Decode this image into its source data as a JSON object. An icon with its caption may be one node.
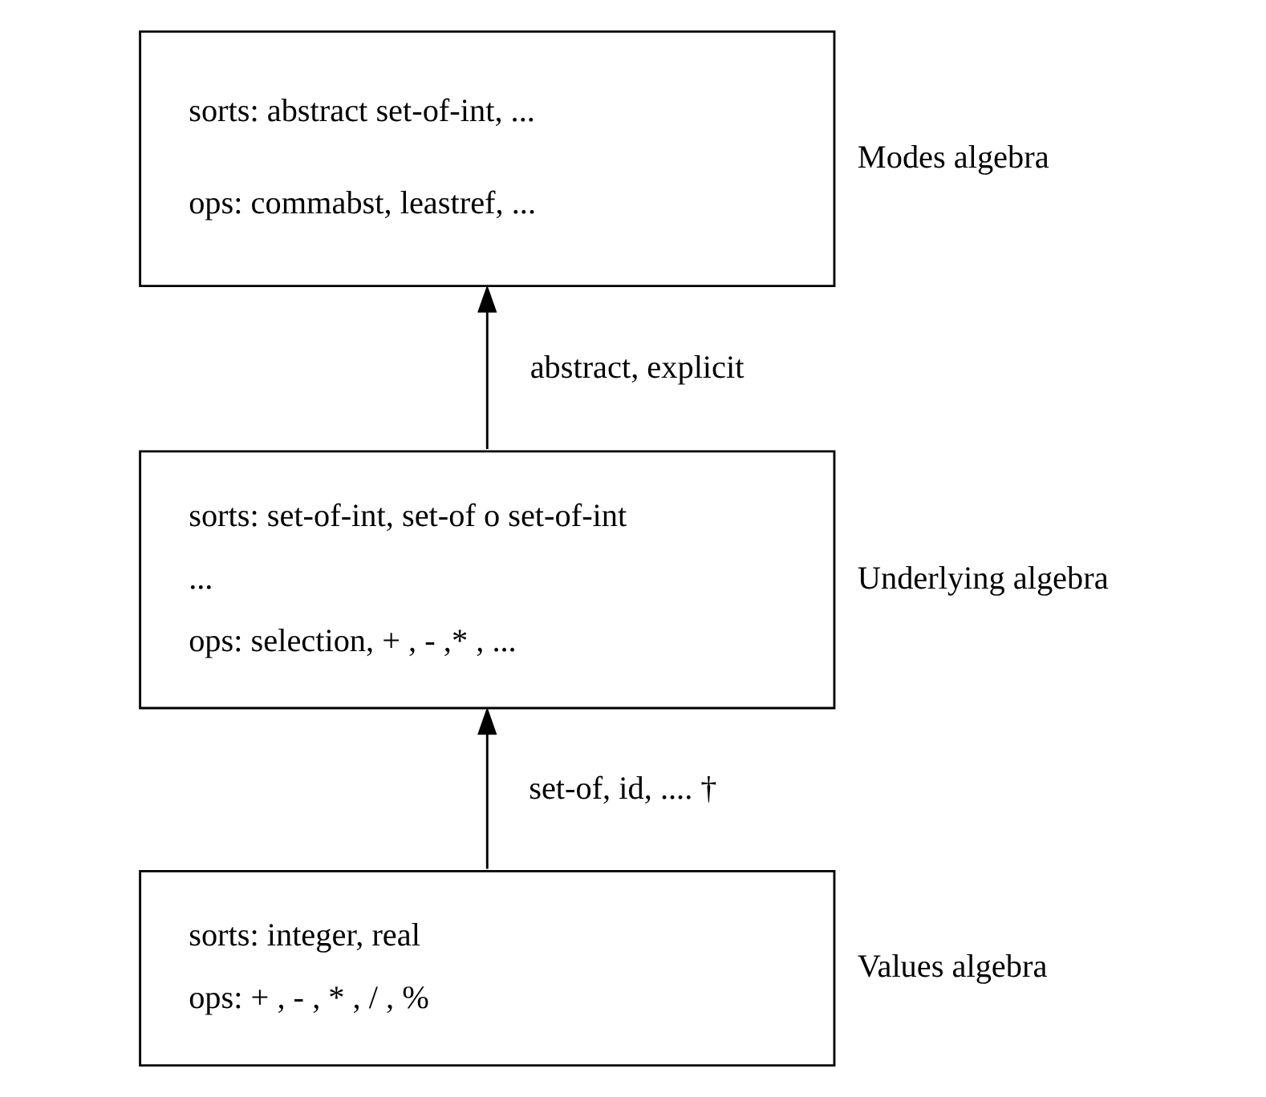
{
  "diagram": {
    "nodes": [
      {
        "text": [
          "sorts: abstract set-of-int, ...",
          "ops: commabst, leastref, ..."
        ],
        "beside": [
          "Modes algebra"
        ]
      },
      {
        "text": [
          "sorts: set-of-int, set-of o set-of-int",
          "...",
          "ops: selection, + , - ,* , ..."
        ],
        "beside": [
          "Underlying algebra"
        ]
      },
      {
        "text": [
          "sorts: integer, real",
          "ops: + , - , * , / , %"
        ],
        "beside": [
          "Values algebra"
        ]
      }
    ],
    "edges": [
      {
        "from": 1,
        "to": 0,
        "arrow": "to",
        "label": "abstract, explicit"
      },
      {
        "from": 2,
        "to": 1,
        "arrow": "to",
        "label": "set-of, id, .... †"
      }
    ]
  }
}
